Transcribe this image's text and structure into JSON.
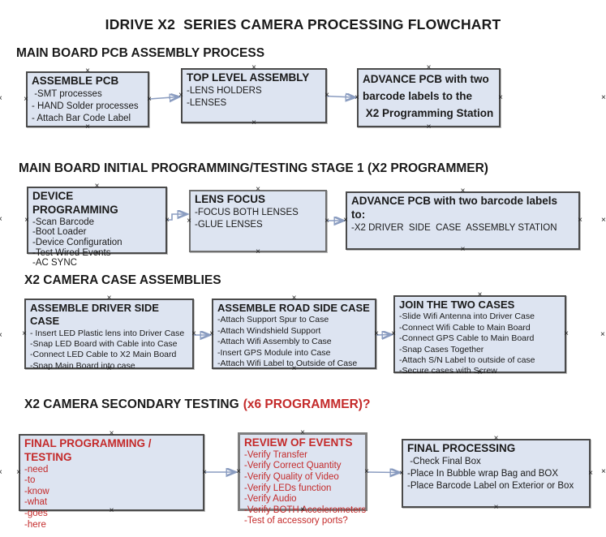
{
  "title": "IDRIVE X2  SERIES CAMERA PROCESSING FLOWCHART",
  "colors": {
    "box_fill": "#dde4f1",
    "box_border": "#4a4a4a",
    "arrow_line": "#8a9cc0",
    "arrow_head": "#3e5e92",
    "red_text": "#c42a2a",
    "text": "#1a1a1a"
  },
  "icons": {
    "connector_handle": "×"
  },
  "sections": [
    {
      "heading": "MAIN BOARD PCB ASSEMBLY PROCESS",
      "boxes": [
        {
          "title": "ASSEMBLE PCB",
          "items": [
            " -SMT processes",
            "- HAND Solder processes",
            "- Attach Bar Code Label"
          ]
        },
        {
          "title": "TOP LEVEL ASSEMBLY",
          "items": [
            "-LENS HOLDERS",
            "-LENSES"
          ]
        },
        {
          "title": "ADVANCE PCB with two barcode labels to the",
          "items": [
            " X2 Programming Station"
          ]
        }
      ]
    },
    {
      "heading": "MAIN BOARD INITIAL PROGRAMMING/TESTING STAGE 1 (X2 PROGRAMMER)",
      "boxes": [
        {
          "title": "DEVICE PROGRAMMING",
          "items": [
            "-Scan Barcode",
            "-Boot Loader",
            "-Device Configuration",
            "-Test Wired Events",
            "-AC SYNC"
          ]
        },
        {
          "title": "LENS FOCUS",
          "items": [
            "-FOCUS BOTH LENSES",
            "-GLUE LENSES"
          ]
        },
        {
          "title": "ADVANCE PCB with two barcode labels to:",
          "items": [
            "-X2 DRIVER  SIDE  CASE  ASSEMBLY STATION"
          ]
        }
      ]
    },
    {
      "heading": "X2 CAMERA CASE ASSEMBLIES",
      "boxes": [
        {
          "title": "ASSEMBLE DRIVER SIDE CASE",
          "items": [
            "- Insert LED Plastic lens into Driver Case",
            "-Snap LED Board with Cable into Case",
            "-Connect LED Cable to X2 Main Board",
            "-Snap Main Board into case"
          ]
        },
        {
          "title": "ASSEMBLE ROAD SIDE CASE",
          "items": [
            "-Attach Support Spur to Case",
            "-Attach Windshield Support",
            "-Attach Wifi Assembly to Case",
            "-Insert GPS Module into Case",
            "-Attach Wifi Label to Outside of Case"
          ]
        },
        {
          "title": "JOIN THE TWO CASES",
          "items": [
            "-Slide Wifi Antenna into Driver Case",
            "-Connect Wifi Cable to Main Board",
            "-Connect GPS Cable to Main Board",
            "-Snap Cases Together",
            "-Attach S/N Label to outside of case",
            "-Secure cases with Screw"
          ]
        }
      ]
    },
    {
      "heading": "X2 CAMERA SECONDARY TESTING",
      "heading_suffix": "(x6 PROGRAMMER)?",
      "boxes": [
        {
          "title": "FINAL PROGRAMMING / TESTING",
          "items": [
            "-need",
            "-to",
            "-know",
            "-what",
            "-goes",
            "-here"
          ]
        },
        {
          "title": "REVIEW OF EVENTS",
          "items": [
            "-Verify Transfer",
            "-Verify Correct Quantity",
            "-Verify Quality of Video",
            "-Verify LEDs function",
            "-Verify Audio",
            "-Verify BOTH Accelerometers",
            "-Test of accessory ports?"
          ]
        },
        {
          "title": "FINAL PROCESSING",
          "items": [
            " -Check Final Box",
            "-Place In Bubble wrap Bag and BOX",
            "-Place Barcode Label on Exterior or Box"
          ]
        }
      ]
    }
  ]
}
